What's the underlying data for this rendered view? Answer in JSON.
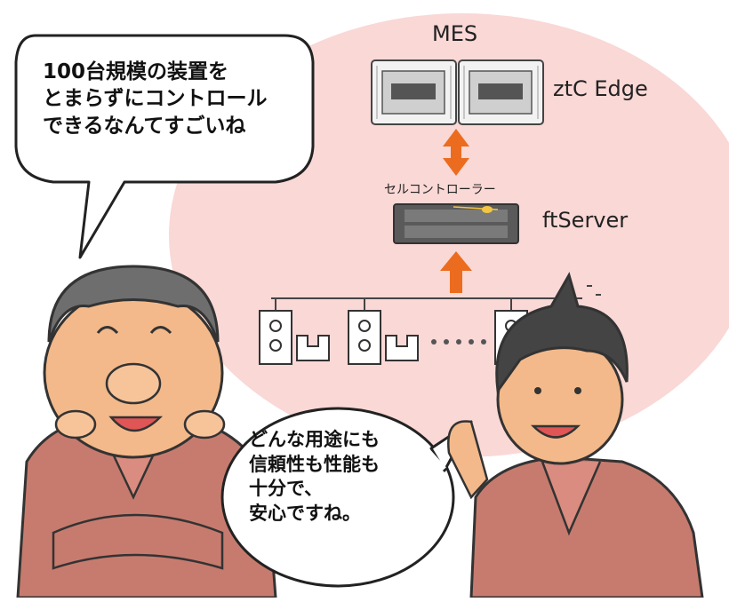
{
  "diagram": {
    "mes_label": "MES",
    "edge_label": "ztC Edge",
    "controller_label": "セルコントローラー",
    "server_label": "ftServer"
  },
  "speech": {
    "left_lines": [
      "100台規模の装置を",
      "とまらずにコントロール",
      "できるなんてすごいね"
    ],
    "right_lines": [
      "どんな用途にも",
      "信頼性も性能も",
      "十分で、",
      "安心ですね。"
    ]
  },
  "colors": {
    "background_ellipse": "#f9d8d6",
    "arrow": "#ec6c1f",
    "uniform": "#c77b6e",
    "skin": "#f3b98a",
    "hair": "#6e6e6e"
  }
}
